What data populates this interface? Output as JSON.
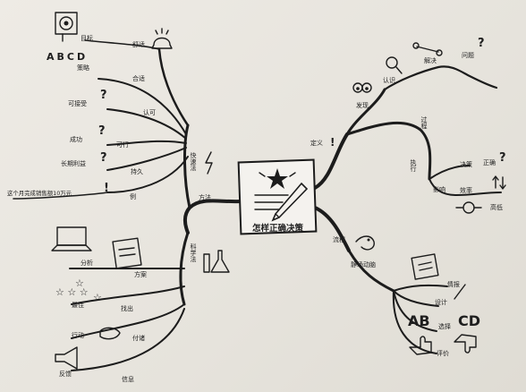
{
  "center": {
    "title": "怎样正确决策"
  },
  "left_top": {
    "branch_label": "快速法",
    "method_label": "方法",
    "abcd": "ABCD",
    "items": [
      "目标",
      "舒适",
      "策略",
      "合适",
      "可接受",
      "认可",
      "成功",
      "可行",
      "长期利益",
      "持久",
      "这个月完成销售额10万元",
      "例"
    ]
  },
  "left_bottom": {
    "branch_label": "科学法",
    "items": [
      "分析",
      "方案",
      "最佳",
      "找出",
      "行动",
      "付诸",
      "反馈",
      "信息"
    ]
  },
  "right_top": {
    "items": [
      "定义",
      "发现",
      "认识",
      "解决",
      "问题",
      "过程",
      "执行",
      "影响",
      "决策",
      "效率",
      "正确",
      "高低"
    ]
  },
  "right_bottom": {
    "items": [
      "流程",
      "静场动脑",
      "情报",
      "设计",
      "选择",
      "评价"
    ],
    "ab": "AB",
    "cd": "CD"
  }
}
